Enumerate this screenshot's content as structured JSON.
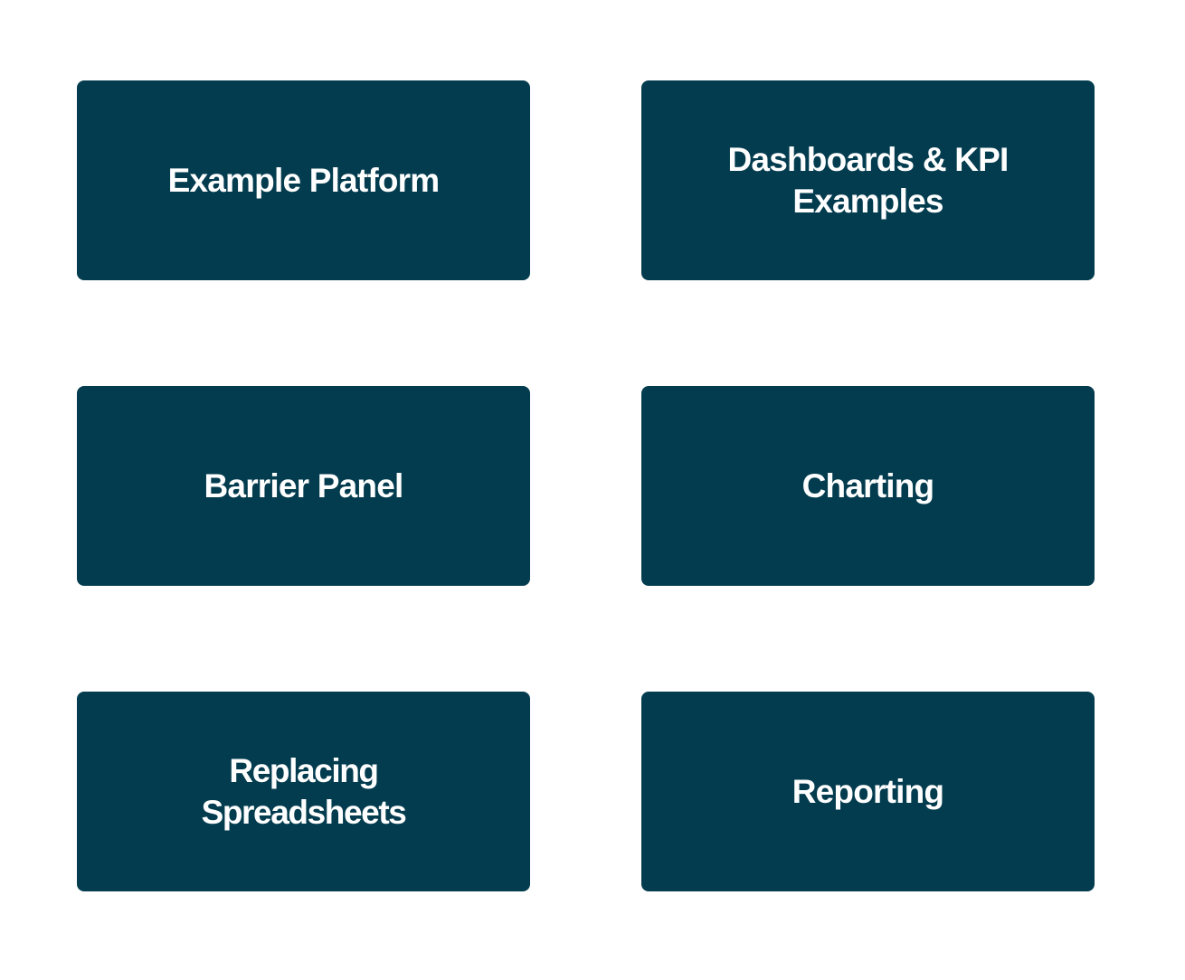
{
  "tiles": [
    {
      "label": "Example Platform"
    },
    {
      "label": "Dashboards & KPI Examples"
    },
    {
      "label": "Barrier Panel"
    },
    {
      "label": "Charting"
    },
    {
      "label": "Replacing Spreadsheets"
    },
    {
      "label": "Reporting"
    }
  ],
  "colors": {
    "tile_background": "#033c4f",
    "tile_text": "#ffffff",
    "page_background": "#ffffff"
  }
}
